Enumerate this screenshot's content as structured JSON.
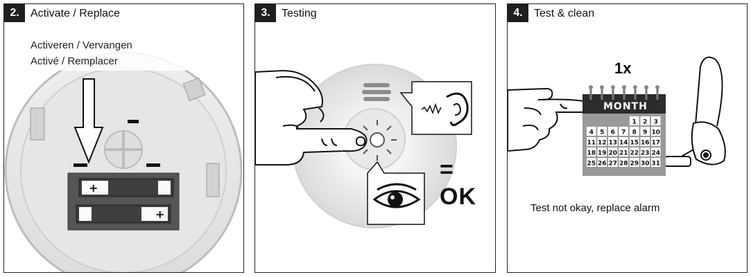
{
  "panels": [
    {
      "number": "2.",
      "title": "Activate / Replace",
      "subtitles": [
        "Activeren / Vervangen",
        "Activé / Remplacer"
      ]
    },
    {
      "number": "3.",
      "title": "Testing",
      "result": "= OK"
    },
    {
      "number": "4.",
      "title": "Test & clean",
      "frequency": "1x",
      "calendar": {
        "header": "MONTH",
        "days": [
          "",
          "",
          "",
          "",
          "1",
          "2",
          "3",
          "4",
          "5",
          "6",
          "7",
          "8",
          "9",
          "10",
          "11",
          "12",
          "13",
          "14",
          "15",
          "16",
          "17",
          "18",
          "19",
          "20",
          "21",
          "22",
          "23",
          "24",
          "25",
          "26",
          "27",
          "28",
          "29",
          "30",
          "31"
        ]
      },
      "note": "Test not okay, replace alarm"
    }
  ],
  "icons": [
    "battery-icon",
    "ear-icon",
    "eye-icon",
    "hand-icon",
    "vacuum-icon",
    "calendar-icon",
    "arrow-down-icon"
  ]
}
